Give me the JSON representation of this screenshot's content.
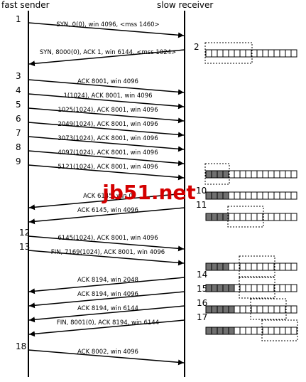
{
  "headers": {
    "sender": "fast sender",
    "receiver": "slow receiver"
  },
  "watermark": "jb51.net",
  "colors": {
    "line": "#000000",
    "filled_cell": "#707070",
    "empty_cell": "#ffffff",
    "watermark": "#d40000"
  },
  "buffer_capacity_cells": 8,
  "segments": [
    {
      "id": 1,
      "direction": "to_receiver",
      "label": "SYN, 0(0), win 4096, <mss 1460>"
    },
    {
      "id": 2,
      "direction": "to_sender",
      "label": "SYN, 8000(0), ACK 1, win 6144, <mss 1024>"
    },
    {
      "id": 3,
      "direction": "to_receiver",
      "label": "ACK 8001, win 4096"
    },
    {
      "id": 4,
      "direction": "to_receiver",
      "label": "1(1024), ACK 8001, win 4096"
    },
    {
      "id": 5,
      "direction": "to_receiver",
      "label": "1025(1024), ACK 8001, win 4096"
    },
    {
      "id": 6,
      "direction": "to_receiver",
      "label": "2049(1024), ACK 8001, win 4096"
    },
    {
      "id": 7,
      "direction": "to_receiver",
      "label": "3073(1024), ACK 8001, win 4096"
    },
    {
      "id": 8,
      "direction": "to_receiver",
      "label": "4097(1024), ACK 8001, win 4096"
    },
    {
      "id": 9,
      "direction": "to_receiver",
      "label": "5121(1024), ACK 8001, win 4096"
    },
    {
      "id": 10,
      "direction": "to_sender",
      "label": "ACK 6145, win 0"
    },
    {
      "id": 11,
      "direction": "to_sender",
      "label": "ACK 6145, win 4096"
    },
    {
      "id": 12,
      "direction": "to_receiver",
      "label": "6145(1024), ACK 8001, win 4096"
    },
    {
      "id": 13,
      "direction": "to_receiver",
      "label": "FIN, 7169(1024), ACK 8001, win 4096"
    },
    {
      "id": 14,
      "direction": "to_sender",
      "label": "ACK 8194, win 2048"
    },
    {
      "id": 15,
      "direction": "to_sender",
      "label": "ACK 8194, win 4096"
    },
    {
      "id": 16,
      "direction": "to_sender",
      "label": "ACK 8194, win 6144"
    },
    {
      "id": 17,
      "direction": "to_sender",
      "label": "FIN, 8001(0), ACK 8194, win 6144"
    },
    {
      "id": 18,
      "direction": "to_receiver",
      "label": "ACK 8002, win 4096"
    }
  ],
  "buffer_snapshots": [
    {
      "filled_cells": 0,
      "window_start_cell": 0,
      "window_size_cells": 4
    },
    {
      "filled_cells": 4,
      "window_start_cell": 0,
      "window_size_cells": 2
    },
    {
      "filled_cells": 4,
      "window_start_cell": 4,
      "window_size_cells": 0
    },
    {
      "filled_cells": 4,
      "window_start_cell": 2,
      "window_size_cells": 3
    },
    {
      "filled_cells": 4,
      "window_start_cell": 3,
      "window_size_cells": 3
    },
    {
      "filled_cells": 5,
      "window_start_cell": 3,
      "window_size_cells": 3
    },
    {
      "filled_cells": 5,
      "window_start_cell": 4,
      "window_size_cells": 3
    },
    {
      "filled_cells": 5,
      "window_start_cell": 5,
      "window_size_cells": 3
    }
  ]
}
